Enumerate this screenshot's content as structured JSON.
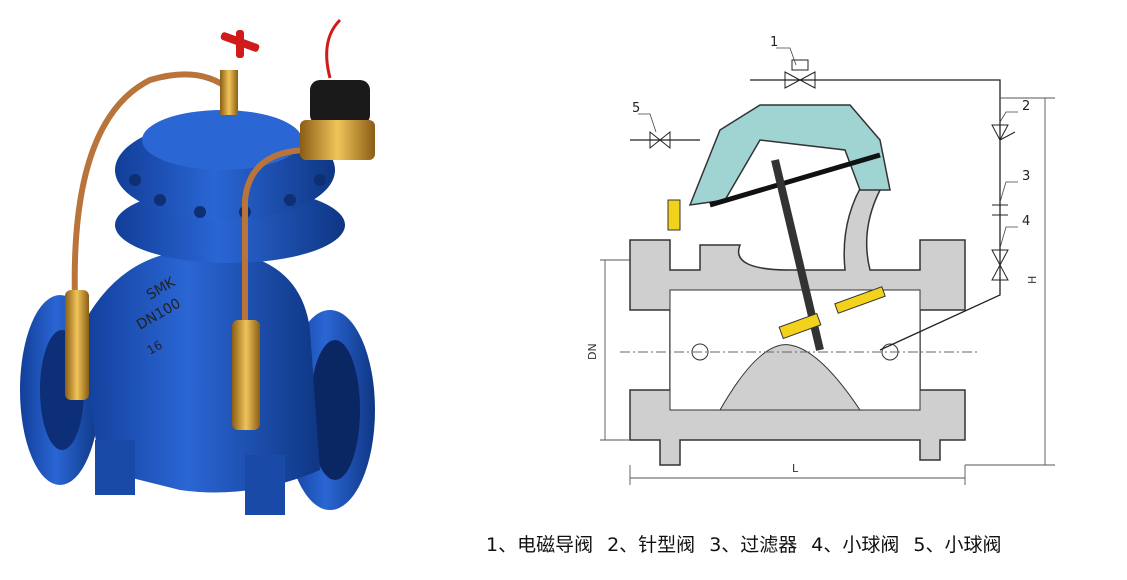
{
  "photo": {
    "body_marking_1": "SMK",
    "body_marking_2": "DN100",
    "body_marking_3": "16"
  },
  "drawing": {
    "callouts": [
      "1",
      "2",
      "3",
      "4",
      "5"
    ],
    "dimension_labels": {
      "nominal_diameter": "DN",
      "height": "H",
      "length": "L"
    }
  },
  "legend": {
    "items": [
      "1、电磁导阀",
      "2、针型阀",
      "3、过滤器",
      "4、小球阀",
      "5、小球阀"
    ]
  },
  "colors": {
    "valve_body_blue": "#1c4fb0",
    "brass": "#c8952f",
    "copper_tube": "#b8743a",
    "handwheel_red": "#d11a1a",
    "section_grey": "#cfcfcf",
    "bonnet_teal": "#9fd4d2",
    "part_yellow": "#f3d21c"
  }
}
